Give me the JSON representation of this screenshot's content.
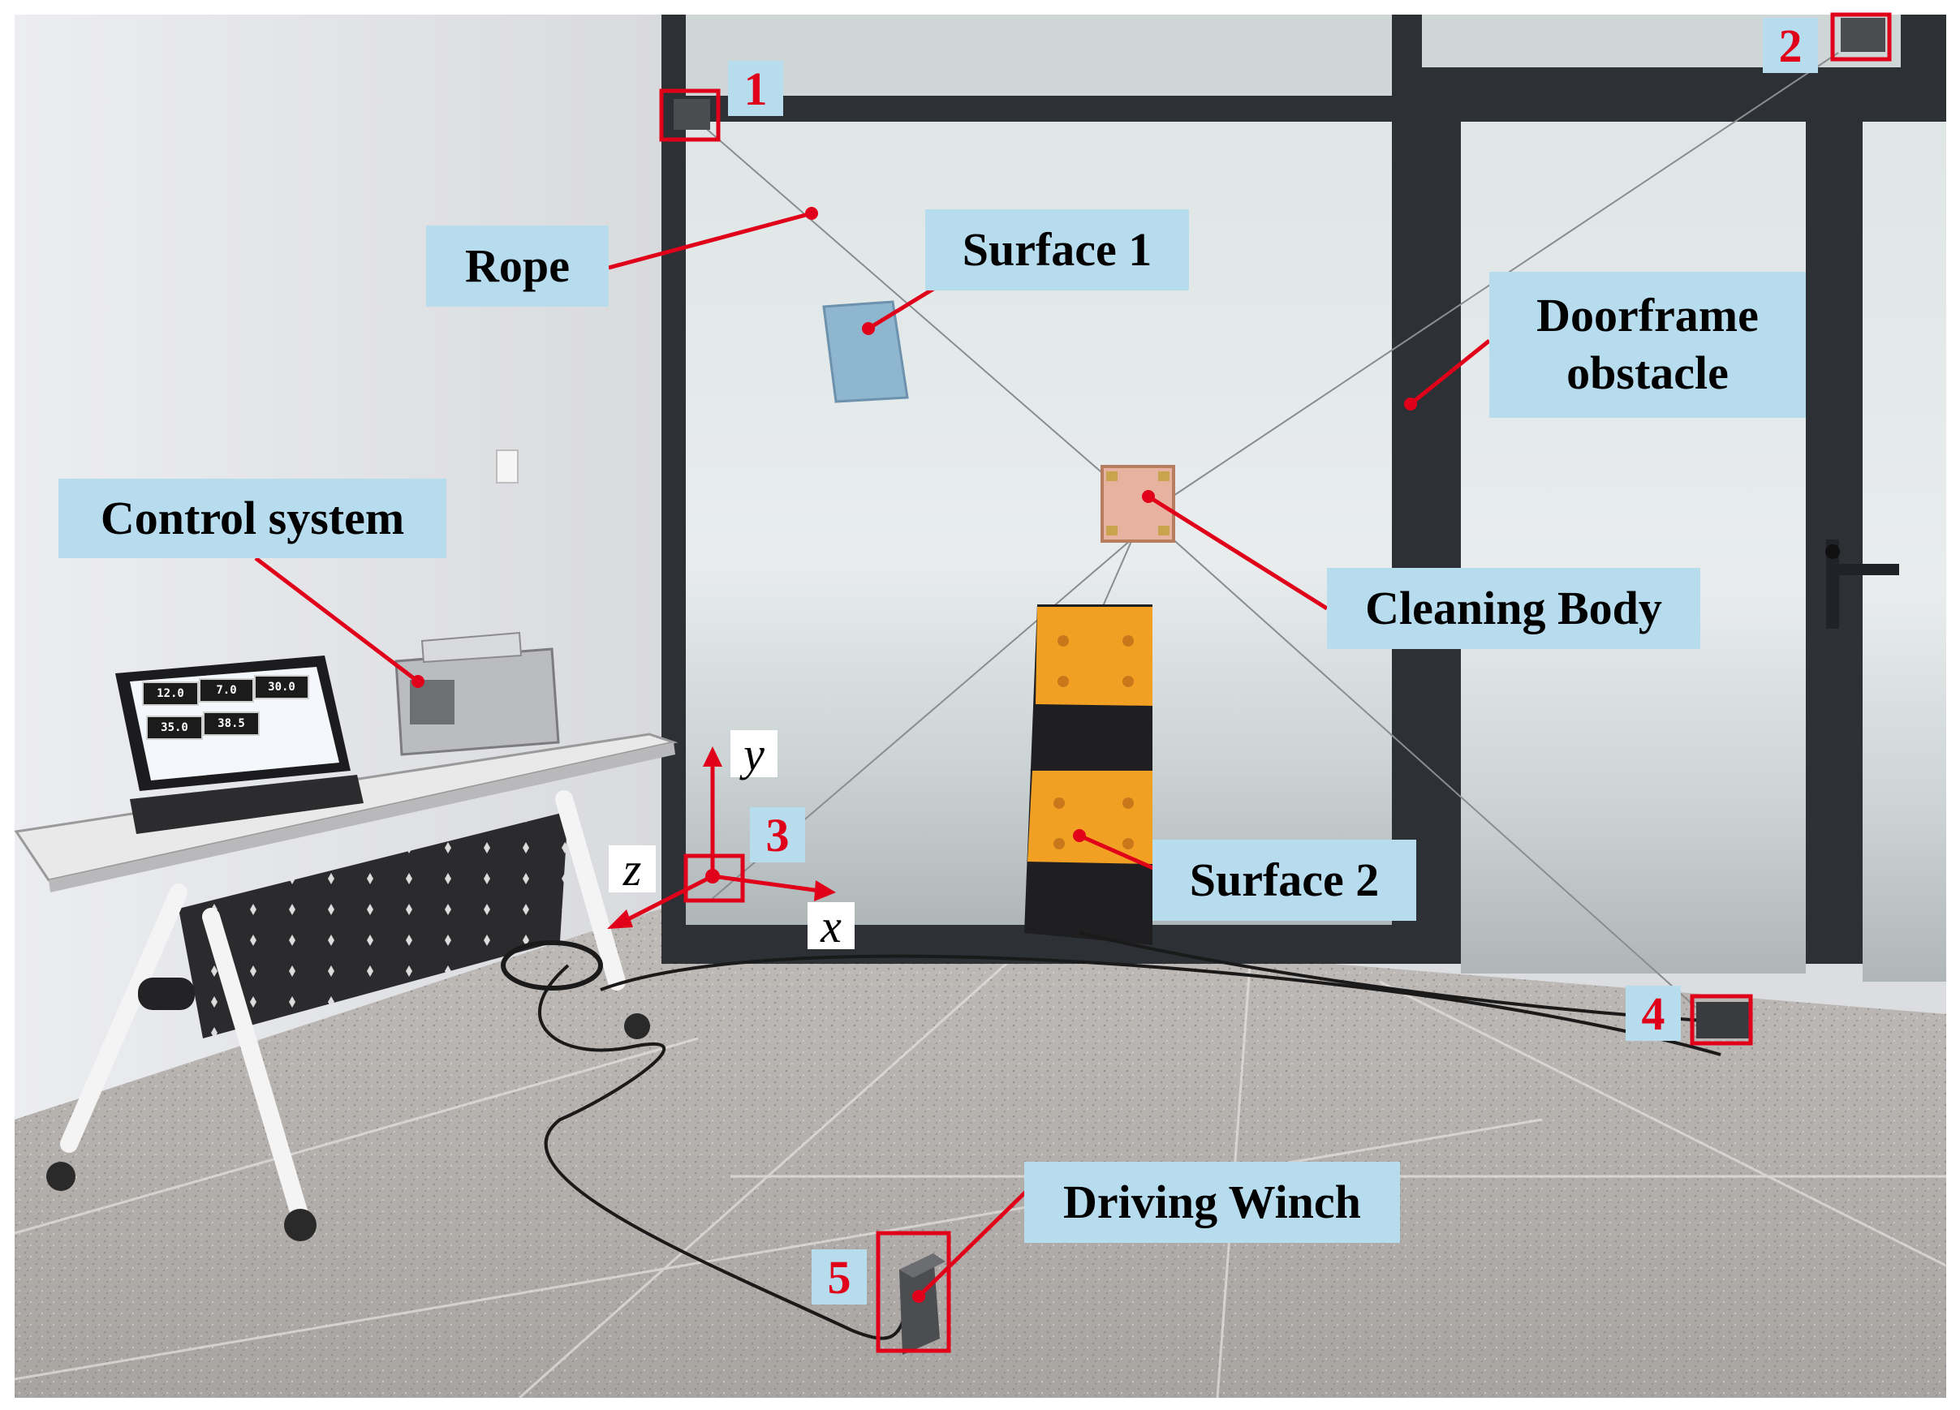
{
  "labels": {
    "rope": "Rope",
    "surface1": "Surface 1",
    "doorframe": "Doorframe\nobstacle",
    "control": "Control system",
    "cleaning": "Cleaning Body",
    "surface2": "Surface 2",
    "winch": "Driving Winch"
  },
  "numbers": [
    "1",
    "2",
    "3",
    "4",
    "5"
  ],
  "axes": {
    "x": "x",
    "y": "y",
    "z": "z"
  },
  "screen_values": [
    "12.0",
    "7.0",
    "30.0",
    "35.0",
    "38.5"
  ],
  "colors": {
    "label_bg": "#b7dcee",
    "annotation_red": "#e0001a"
  }
}
